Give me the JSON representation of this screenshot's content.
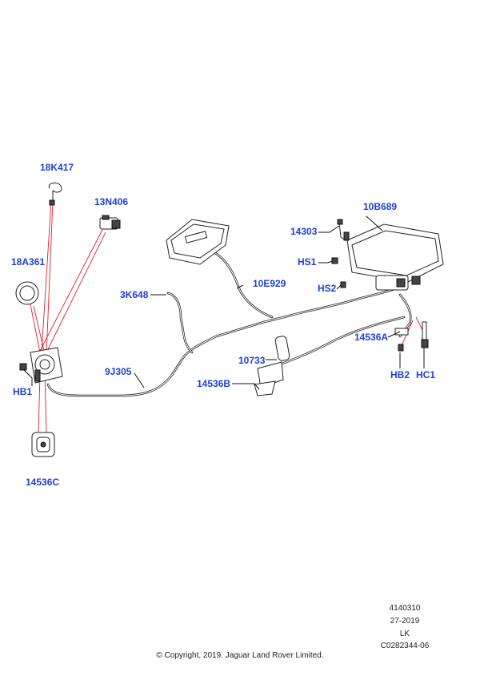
{
  "callouts": {
    "c18K417": "18K417",
    "c13N406": "13N406",
    "c18A361": "18A361",
    "c3K648": "3K648",
    "c9J305": "9J305",
    "cHB1": "HB1",
    "c14536C": "14536C",
    "c10733": "10733",
    "c14536B": "14536B",
    "c10E929": "10E929",
    "c14303": "14303",
    "c10B689": "10B689",
    "cHS1": "HS1",
    "cHS2": "HS2",
    "c14536A": "14536A",
    "cHB2": "HB2",
    "cHC1": "HC1"
  },
  "footer": {
    "ref_number": "4140310",
    "date": "27-2019",
    "region": "LK",
    "illustration_id": "C0282344-06",
    "copyright": "© Copyright, 2019. Jaguar Land Rover Limited."
  },
  "colors": {
    "callout_text": "#1f3fd8",
    "leader_lines": "#e0202a",
    "line_art": "#1a1a1a"
  }
}
